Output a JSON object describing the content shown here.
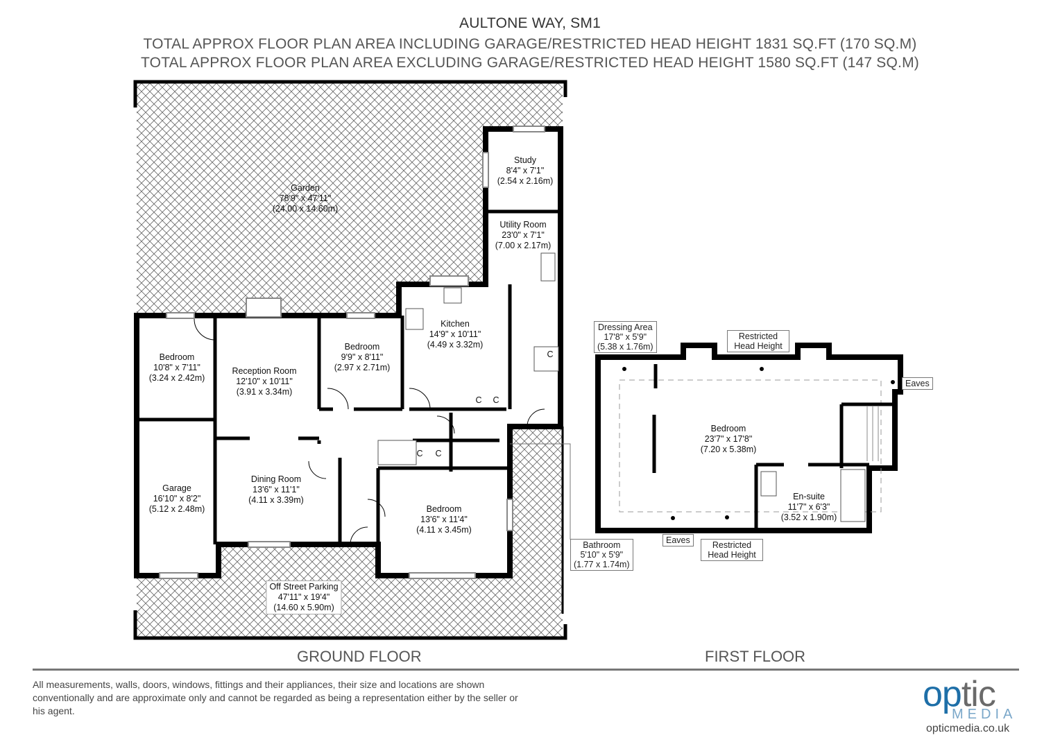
{
  "header": {
    "title": "AULTONE WAY, SM1",
    "line1": "TOTAL APPROX FLOOR PLAN AREA INCLUDING GARAGE/RESTRICTED HEAD HEIGHT 1831 SQ.FT (170 SQ.M)",
    "line2": "TOTAL APPROX FLOOR PLAN AREA EXCLUDING GARAGE/RESTRICTED HEAD HEIGHT 1580 SQ.FT (147 SQ.M)"
  },
  "ground": {
    "label": "GROUND FLOOR",
    "rooms": [
      {
        "name": "Garden",
        "imperial": "78'9\" x 47'11\"",
        "metric": "(24.00 x 14.60m)"
      },
      {
        "name": "Study",
        "imperial": "8'4\" x 7'1\"",
        "metric": "(2.54 x 2.16m)"
      },
      {
        "name": "Utility Room",
        "imperial": "23'0\" x 7'1\"",
        "metric": "(7.00 x 2.17m)"
      },
      {
        "name": "Kitchen",
        "imperial": "14'9\" x 10'11\"",
        "metric": "(4.49 x 3.32m)"
      },
      {
        "name": "Bedroom",
        "imperial": "10'8\" x 7'11\"",
        "metric": "(3.24 x 2.42m)"
      },
      {
        "name": "Reception Room",
        "imperial": "12'10\" x 10'11\"",
        "metric": "(3.91 x 3.34m)"
      },
      {
        "name": "Bedroom",
        "imperial": "9'9\" x 8'11\"",
        "metric": "(2.97 x 2.71m)"
      },
      {
        "name": "Garage",
        "imperial": "16'10\" x 8'2\"",
        "metric": "(5.12 x 2.48m)"
      },
      {
        "name": "Dining Room",
        "imperial": "13'6\" x 11'1\"",
        "metric": "(4.11 x 3.39m)"
      },
      {
        "name": "Bedroom",
        "imperial": "13'6\" x 11'4\"",
        "metric": "(4.11 x 3.45m)"
      },
      {
        "name": "Off Street Parking",
        "imperial": "47'11\" x 19'4\"",
        "metric": "(14.60 x 5.90m)"
      },
      {
        "name": "Bathroom",
        "imperial": "5'10\" x 5'9\"",
        "metric": "(1.77 x 1.74m)"
      }
    ],
    "cupboard": "C"
  },
  "first": {
    "label": "FIRST FLOOR",
    "rooms": [
      {
        "name": "Dressing Area",
        "imperial": "17'8\" x 5'9\"",
        "metric": "(5.38 x 1.76m)"
      },
      {
        "name": "Bedroom",
        "imperial": "23'7\" x 17'8\"",
        "metric": "(7.20 x 5.38m)"
      },
      {
        "name": "En-suite",
        "imperial": "11'7\" x 6'3\"",
        "metric": "(3.52 x 1.90m)"
      }
    ],
    "restricted": "Restricted Head Height",
    "eaves": "Eaves"
  },
  "disclaimer": "All measurements, walls, doors, windows, fittings and their appliances, their size and locations are shown conventionally and are approximate only and cannot be regarded as being a representation either by the seller or his agent.",
  "logo": {
    "word_a": "op",
    "word_b": "tic",
    "media": "MEDIA",
    "url": "opticmedia.co.uk"
  },
  "colors": {
    "logo_blue": "#1e6fa8",
    "walls": "#000000"
  }
}
